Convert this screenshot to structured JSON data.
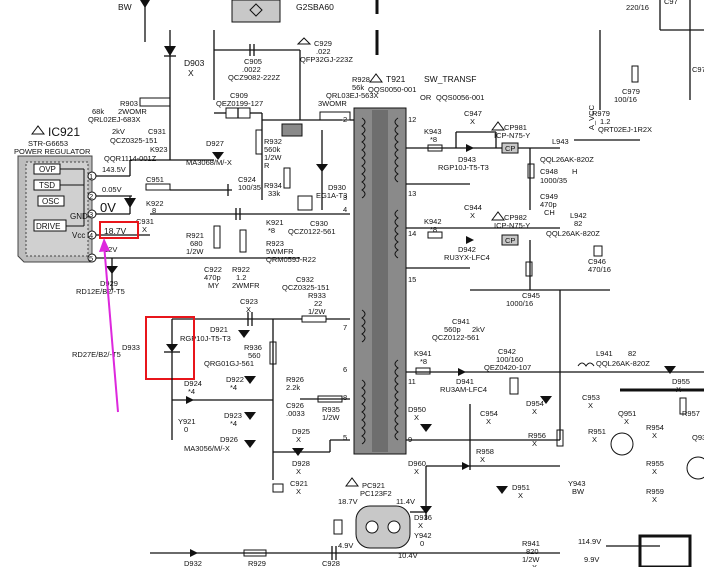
{
  "top": {
    "bw1": "BW",
    "g2sba": "G2SBA60",
    "d903": "D903",
    "x1": "X",
    "c905a": "C905",
    "c905b": ".0022",
    "c905c": "QCZ9082-222Z",
    "c929a": "C929",
    "c929b": ".022",
    "c929c": "QFP32GJ-223Z",
    "c909a": "C909",
    "c909b": "QEZ0199-127",
    "r928a": "R928",
    "r928b": "56k",
    "r928c": "QRL03EJ-563X",
    "r928d": "3WOMR",
    "t921a": "T921",
    "t921b": "SW_TRANSF",
    "t921c": "QQS0050-001",
    "t921d": "OR",
    "t921e": "QQS0056-001",
    "c975a": "220/16",
    "r979a": "R979",
    "r979b": "1.2",
    "r979c": "QRT02EJ-1R2X",
    "c979a": "C979",
    "c979b": "100/16",
    "c97x": "C97",
    "avcc": "A_VCC"
  },
  "left": {
    "r903a": "R903",
    "r903b": "68k",
    "r903c": "2WOMR",
    "r903d": "QRL02EJ-683X",
    "c931a": "2kV",
    "c931b": "C931",
    "c931c": "QCZ0325-151",
    "k923": "K923",
    "qqr": "QQR1114-001Z",
    "v1435": "143.5V",
    "v005": "0.05V",
    "c951": "C951",
    "v0": "0V",
    "k922a": "K922",
    "k922b": "8",
    "c931d": "C931",
    "c931e": "X",
    "v187": "18.7V",
    "v12": "12V",
    "d929": "D929",
    "rd12": "RD12E/B2/-T5",
    "rd27": "RD27E/B2/-T5"
  },
  "ic": {
    "title": "IC921",
    "part": "STR-G6653",
    "desc": "POWER REGULATOR",
    "ovp": "OVP",
    "tsd": "TSD",
    "osc": "OSC",
    "drive": "DRIVE",
    "gnd": "GND",
    "vcc": "Vcc",
    "p1": "1",
    "p2": "2",
    "p3": "3",
    "p4": "4",
    "p5": "5"
  },
  "mid": {
    "d927a": "D927",
    "d927b": "MA3068/M/-X",
    "r932a": "R932",
    "r932b": "560k",
    "r932c": "1/2W",
    "r932d": "R",
    "c924a": "C924",
    "c924b": "100/35",
    "r934a": "R934",
    "r934b": "33k",
    "d930a": "D930",
    "d930b": "EG1A-T3",
    "c930a": "C930",
    "c930b": "QCZ0122-561",
    "k921a": "K921",
    "k921b": "*8",
    "r921a": "R921",
    "r921b": "680",
    "r921c": "1/2W",
    "r923a": "R923",
    "r923b": "5WMFR",
    "r923c": "QRM059J-R22",
    "c922a": "C922",
    "c922b": "470p",
    "c922c": "MY",
    "r922a": "R922",
    "r922b": "1.2",
    "r922c": "2WMFR",
    "c932a": "C932",
    "c932b": "QCZ0325-151",
    "r933a": "R933",
    "r933b": "22",
    "r933c": "1/2W",
    "c923a": "C923",
    "c923b": "X",
    "d921": "D921",
    "rgp": "RGP10J-T5-T3",
    "d933": "D933",
    "r936a": "R936",
    "r936b": "560",
    "r936c": "QRG01GJ-561",
    "d924a": "D924",
    "d924b": "*4",
    "d922a": "D922",
    "d922b": "*4",
    "r926a": "R926",
    "r926b": "2.2k",
    "c926a": "C926",
    "c926b": ".0033",
    "d923a": "D923",
    "d923b": "*4",
    "y921a": "Y921",
    "y921b": "0",
    "d926a": "D926",
    "d926b": "MA3056/M/-X",
    "r935a": "R935",
    "r935b": "1/2W",
    "d925a": "D925",
    "d925b": "X",
    "d928a": "D928",
    "d928b": "X",
    "c921a": "C921",
    "c921b": "X",
    "pc921a": "PC921",
    "pc921b": "PC123F2",
    "v187b": "18.7V",
    "v114": "11.4V",
    "d936a": "D936",
    "d936b": "X",
    "y942a": "Y942",
    "y942b": "0",
    "v49": "4.9V",
    "v104": "10.4V",
    "d932": "D932",
    "r929": "R929",
    "c928": "C928"
  },
  "pins": {
    "t1": "1",
    "t2": "2",
    "t3": "3",
    "t4": "4",
    "t5": "5",
    "t6": "6",
    "t7": "7",
    "t8": "8",
    "t9": "9",
    "t11": "11",
    "t12": "12",
    "t13": "13",
    "t14": "14",
    "t15": "15"
  },
  "right": {
    "k943a": "K943",
    "k943b": "*8",
    "c947a": "C947",
    "c947b": "X",
    "cp981a": "CP981",
    "cp981b": "ICP-N75-Y",
    "cp": "CP",
    "l943": "L943",
    "l943b": "QQL26AK-820Z",
    "d943": "D943",
    "rgp2": "RGP10J-T5-T3",
    "c948a": "C948",
    "c948b": "1000/35",
    "h": "H",
    "c949a": "C949",
    "c949b": "470p",
    "c949c": "CH",
    "k942a": "K942",
    "k942b": "*8",
    "c944a": "C944",
    "c944b": "X",
    "cp982a": "CP982",
    "cp982b": "ICP-N75-Y",
    "l942": "L942",
    "l942b": "82",
    "l942c": "QQL26AK-820Z",
    "d942": "D942",
    "ru3yx": "RU3YX-LFC4",
    "c946a": "C946",
    "c946b": "470/16",
    "c945a": "C945",
    "c945b": "1000/16",
    "c941a": "C941",
    "c941b": "560p",
    "c941c": "2kV",
    "c941d": "QCZ0122-561",
    "k941a": "K941",
    "k941b": "*8",
    "c942a": "C942",
    "c942b": "100/160",
    "c942c": "QEZ0420-107",
    "d941a": "D941",
    "d941b": "RU3AM-LFC4",
    "l941a": "L941",
    "l941b": "82",
    "l941c": "QQL26AK-820Z",
    "d955a": "D955",
    "d955b": "X",
    "d950a": "D950",
    "d950b": "X",
    "c954a": "C954",
    "c954b": "X",
    "d954a": "D954",
    "d954b": "X",
    "c953a": "C953",
    "c953b": "X",
    "q951a": "Q951",
    "q951b": "X",
    "r957": "R957",
    "r951a": "R951",
    "r951b": "X",
    "r954a": "R954",
    "r954b": "X",
    "r956a": "R956",
    "r956b": "X",
    "r958a": "R958",
    "r958b": "X",
    "r955a": "R955",
    "r955b": "X",
    "r959a": "R959",
    "r959b": "X",
    "d960a": "D960",
    "d960b": "X",
    "d951a": "D951",
    "d951b": "X",
    "y943a": "Y943",
    "y943b": "BW",
    "r941a": "R941",
    "r941b": "820",
    "r941c": "1/2W",
    "r941d": "X",
    "v1149": "114.9V",
    "v99": "9.9V",
    "q93": "Q93"
  },
  "colors": {
    "highlight": "#e8151b",
    "arrow": "#dd28dd",
    "ic_fill": "#bdbdbd",
    "transformer": "#8a8a8a"
  }
}
